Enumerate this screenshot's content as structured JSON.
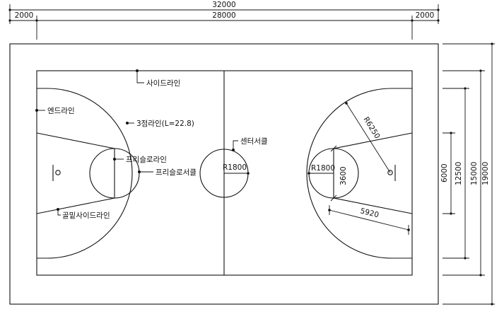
{
  "dimensions": {
    "overall_width": "32000",
    "margin_left": "2000",
    "court_length": "28000",
    "margin_right": "2000",
    "restricted_width": "6000",
    "three_point_span": "12500",
    "court_width": "15000",
    "overall_height": "19000"
  },
  "labels": {
    "sideline": "사이드라인",
    "endline": "엔드라인",
    "three_point_line": "3점라인(L=22.8)",
    "free_throw_line": "프리슬로라인",
    "free_throw_circle": "프리슬로서클",
    "center_circle": "센터서클",
    "center_radius": "R1800",
    "lane_sideline": "골밑사이드라인",
    "ft_circle_radius": "R1800",
    "three_point_radius": "R6250",
    "lane_width": "3600",
    "ft_distance": "5920"
  }
}
